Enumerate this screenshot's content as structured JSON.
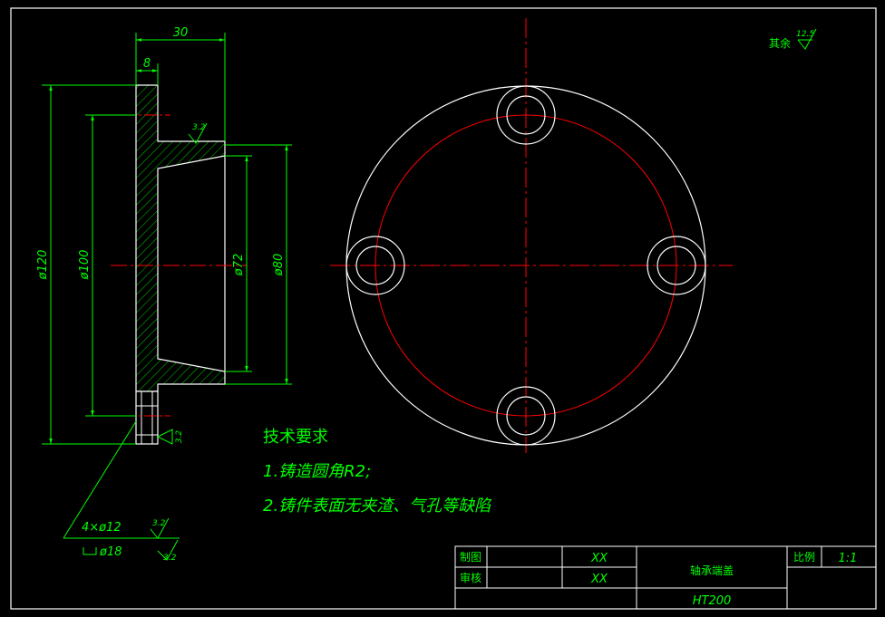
{
  "colors": {
    "background": "#000000",
    "outline": "#ffffff",
    "dimension": "#00ff00",
    "centerline": "#ff0000"
  },
  "dimensions": {
    "overall_length": "30",
    "flange_thickness": "8",
    "dia_120": "ø120",
    "dia_100": "ø100",
    "dia_72": "ø72",
    "dia_80": "ø80",
    "holes": "4×ø12",
    "counterbore": "ø18"
  },
  "surface_roughness": {
    "face": "3.2",
    "hole": "3.2",
    "counterbore": "3.2",
    "flange": "3.2",
    "others_label": "其余",
    "others_value": "12.5"
  },
  "technical_requirements": {
    "title": "技术要求",
    "items": [
      "1.铸造圆角R2;",
      "2.铸件表面无夹渣、气孔等缺陷"
    ]
  },
  "title_block": {
    "drawn_label": "制图",
    "drawn_value": "XX",
    "checked_label": "审核",
    "checked_value": "XX",
    "part_name": "轴承端盖",
    "scale_label": "比例",
    "scale_value": "1:1",
    "material": "HT200"
  }
}
